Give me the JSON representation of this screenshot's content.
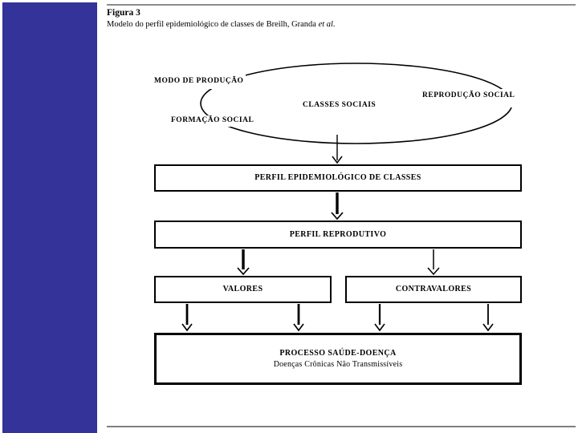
{
  "slide": {
    "figure_label": "Figura 3",
    "caption_text": "Modelo do perfil epidemiológico de classes de Breilh, Granda ",
    "caption_italic": "et al.",
    "accent_color": "#333399",
    "rule_color": "#8c8c8c"
  },
  "diagram": {
    "ellipse_labels": {
      "modo_de_producao": "MODO DE PRODUÇÃO",
      "reproducao_social": "REPRODUÇÃO SOCIAL",
      "classes_sociais": "CLASSES SOCIAIS",
      "formacao_social": "FORMAÇÃO SOCIAL"
    },
    "boxes": {
      "perfil_epidemiologico": "PERFIL EPIDEMIOLÓGICO DE CLASSES",
      "perfil_reprodutivo": "PERFIL REPRODUTIVO",
      "valores": "VALORES",
      "contravalores": "CONTRAVALORES",
      "processo_titulo": "PROCESSO SAÚDE-DOENÇA",
      "processo_subtitulo": "Doenças Crônicas Não Transmissíveis"
    }
  }
}
